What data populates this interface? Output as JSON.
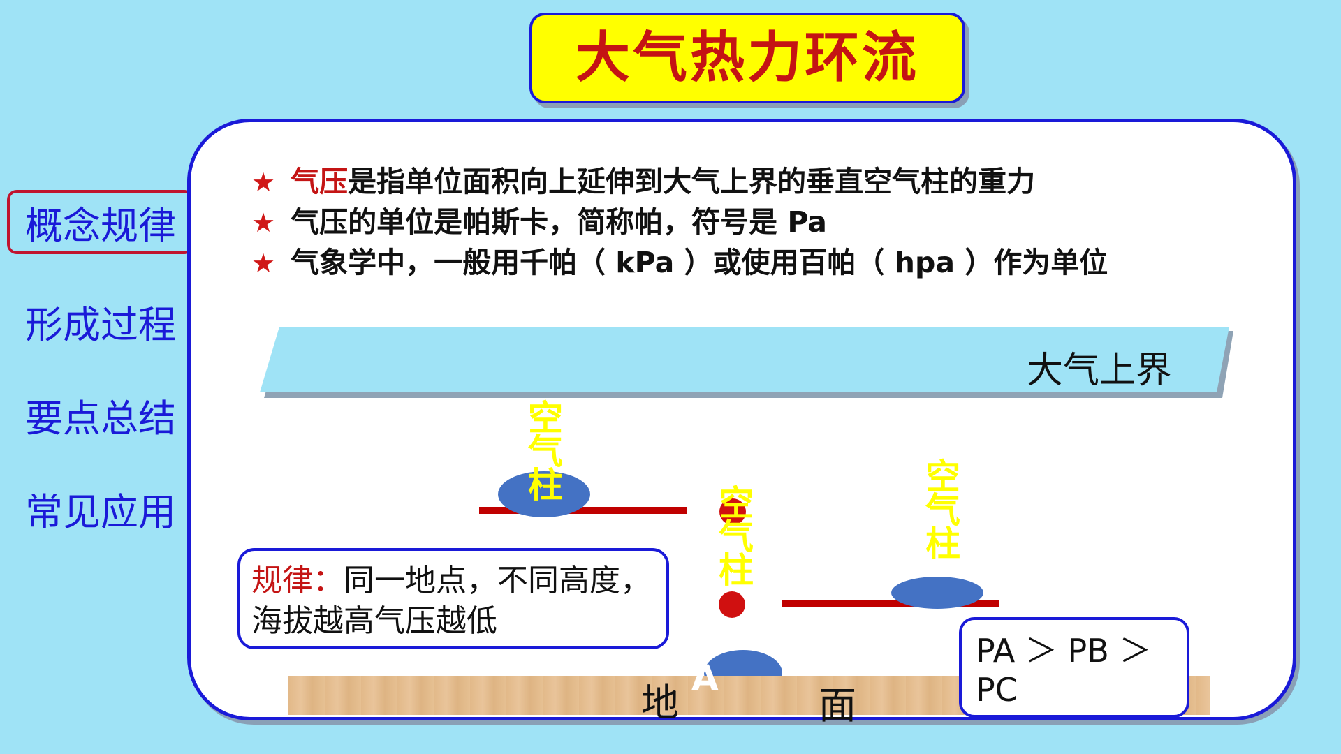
{
  "title": "大气热力环流",
  "nav": {
    "items": [
      {
        "label": "概念规律",
        "active": true
      },
      {
        "label": "形成过程",
        "active": false
      },
      {
        "label": "要点总结",
        "active": false
      },
      {
        "label": "常见应用",
        "active": false
      }
    ]
  },
  "bullets": [
    {
      "star": "★",
      "highlight": "气压",
      "text": "是指单位面积向上延伸到大气上界的垂直空气柱的重力"
    },
    {
      "star": "★",
      "highlight": "",
      "text": "气压的单位是帕斯卡，简称帕，符号是 Pa"
    },
    {
      "star": "★",
      "highlight": "",
      "text": "气象学中，一般用千帕（ kPa ）或使用百帕（ hpa ）作为单位"
    }
  ],
  "diagram": {
    "upper_boundary_label": "大气上界",
    "column_label": "空气柱",
    "point_label": "A",
    "ground_left": "地",
    "ground_right": "面",
    "colors": {
      "line": "#c00000",
      "point": "#d01010",
      "ellipse": "#4472c4",
      "column_text": "#ffff00",
      "band": "#9fe3f6"
    }
  },
  "rule": {
    "key": "规律：",
    "text": "同一地点，不同高度，海拔越高气压越低"
  },
  "relation": "PA ＞ PB ＞ PC",
  "colors": {
    "accent_blue": "#1a1ad8",
    "title_red": "#c41414",
    "title_bg": "#ffff00",
    "bg": "#9fe3f6"
  }
}
